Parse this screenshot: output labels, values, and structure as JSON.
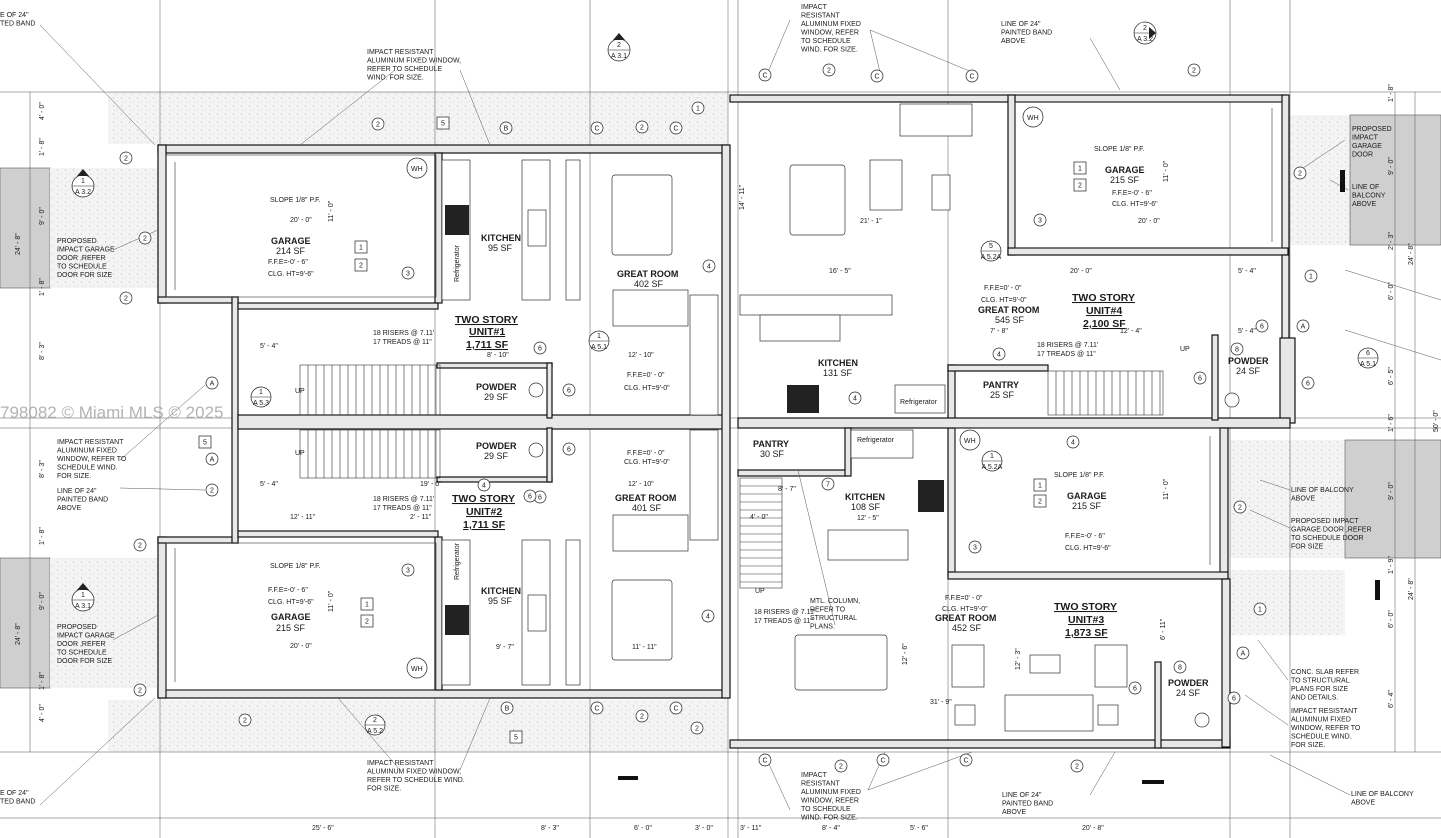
{
  "watermark": "798082 © Miami MLS © 2025",
  "units": [
    {
      "name": "TWO STORY",
      "number": "UNIT#1",
      "area": "1,711 SF"
    },
    {
      "name": "TWO STORY",
      "number": "UNIT#2",
      "area": "1,711 SF"
    },
    {
      "name": "TWO STORY",
      "number": "UNIT#3",
      "area": "1,873 SF"
    },
    {
      "name": "TWO STORY",
      "number": "UNIT#4",
      "area": "2,100 SF"
    }
  ],
  "rooms": {
    "garage1": {
      "name": "GARAGE",
      "area": "214 SF"
    },
    "garage2": {
      "name": "GARAGE",
      "area": "215 SF"
    },
    "garage3": {
      "name": "GARAGE",
      "area": "215 SF"
    },
    "garage4": {
      "name": "GARAGE",
      "area": "215 SF"
    },
    "kitchen1": {
      "name": "KITCHEN",
      "area": "95 SF"
    },
    "kitchen2": {
      "name": "KITCHEN",
      "area": "95 SF"
    },
    "kitchen3": {
      "name": "KITCHEN",
      "area": "108 SF"
    },
    "kitchen4": {
      "name": "KITCHEN",
      "area": "131 SF"
    },
    "great1": {
      "name": "GREAT ROOM",
      "area": "402 SF"
    },
    "great2": {
      "name": "GREAT ROOM",
      "area": "401 SF"
    },
    "great3": {
      "name": "GREAT ROOM",
      "area": "452 SF"
    },
    "great4": {
      "name": "GREAT ROOM",
      "area": "545 SF"
    },
    "powder1": {
      "name": "POWDER",
      "area": "29 SF"
    },
    "powder2": {
      "name": "POWDER",
      "area": "29 SF"
    },
    "powder3": {
      "name": "POWDER",
      "area": "24 SF"
    },
    "powder4": {
      "name": "POWDER",
      "area": "24 SF"
    },
    "pantry3": {
      "name": "PANTRY",
      "area": "30 SF"
    },
    "pantry4": {
      "name": "PANTRY",
      "area": "25 SF"
    }
  },
  "notes": {
    "window_top": "IMPACT RESISTANT|ALUMINUM FIXED WINDOW,|REFER TO SCHEDULE|WIND. FOR SIZE.",
    "window_top_right": "IMPACT|RESISTANT|ALUMINUM FIXED|WINDOW, REFER|TO SCHEDULE|WIND. FOR SIZE.",
    "band_top_right": "LINE OF 24\"|PAINTED BAND|ABOVE",
    "band_top_left": "E OF 24\"|TED BAND",
    "garage_door_left": "PROPOSED|IMPACT GARAGE|DOOR ,REFER|TO SCHEDULE|DOOR FOR SIZE",
    "garage_door_left2": "PROPOSED|IMPACT GARAGE|DOOR ,REFER|TO SCHEDULE|DOOR FOR SIZE",
    "window_mid_left": "IMPACT RESISTANT|ALUMINUM FIXED|WINDOW, REFER TO|SCHEDULE WIND.|FOR SIZE.",
    "band_mid_left": "LINE OF 24\"|PAINTED BAND|ABOVE",
    "garage_door_right1": "PROPOSED|IMPACT|GARAGE|DOOR",
    "balcony_right1": "LINE OF|BALCONY|ABOVE",
    "balcony_right2": "LINE OF BALCONY|ABOVE",
    "garage_door_right2": "PROPOSED IMPACT|GARAGE DOOR ,REFER|TO SCHEDULE DOOR|FOR SIZE",
    "slab_right": "CONC. SLAB REFER|TO STRUCTURAL|PLANS FOR SIZE|AND DETAILS.",
    "window_right": "IMPACT RESISTANT|ALUMINUM FIXED|WINDOW, REFER TO|SCHEDULE WIND.|FOR SIZE.",
    "balcony_bottom_right": "LINE OF BALCONY|ABOVE",
    "band_bottom_mid": "LINE OF 24\"|PAINTED BAND|ABOVE",
    "window_bottom_mid": "IMPACT|RESISTANT|ALUMINUM FIXED|WINDOW, REFER|TO SCHEDULE|WIND. FOR SIZE.",
    "window_bottom_left": "IMPACT RESISTANT|ALUMINUM FIXED WINDOW,|REFER TO SCHEDULE WIND.|FOR SIZE.",
    "band_bottom_left": "E OF 24\"|TED BAND",
    "column": "MTL. COLUMN,|REFER TO|STRUCTURAL|PLANS."
  },
  "labels": {
    "slope": "SLOPE 1/8\" P.F.",
    "ffe_garage": "F.F.E=-0' - 6\"",
    "clg_garage": "CLG. HT=9'-6\"",
    "ffe_room": "F.F.E=0' - 0\"",
    "clg_room": "CLG. HT=9'-0\"",
    "risers": "18 RISERS @ 7.11'",
    "treads": "17 TREADS @ 11\"",
    "refrigerator": "Refrigerator",
    "up": "UP",
    "wh": "WH"
  },
  "dims": {
    "bottom": [
      "25' - 6\"",
      "8' - 3\"",
      "6' - 0\"",
      "3' - 0\"",
      "3' - 11\"",
      "8' - 4\"",
      "5' - 6\"",
      "20' - 8\""
    ],
    "garage_w": "20' - 0\"",
    "garage_h": "11' - 0\"",
    "d_21_1": "21' - 1\"",
    "d_16_5": "16' - 5\"",
    "d_14_11": "14' - 11\"",
    "d_5_4": "5' - 4\"",
    "d_12_10": "12' - 10\"",
    "d_8_10": "8' - 10\"",
    "d_19_0": "19' - 0\"",
    "d_12_11": "12' - 11\"",
    "d_2_11": "2' - 11\"",
    "d_9_7": "9' - 7\"",
    "d_11_11": "11' - 11\"",
    "d_31_9": "31' - 9\"",
    "d_12_5": "12' - 5\"",
    "d_7_8": "7' - 8\"",
    "d_12_4": "12' - 4\"",
    "d_8_7": "8' - 7\"",
    "d_4_0": "4' - 0\"",
    "d_12_3": "12' - 3\"",
    "d_6_11": "6' - 11\"",
    "d_12_6": "12' - 6\"",
    "d_50_0": "50' - 0\"",
    "left": [
      "4' - 0\"",
      "1' - 8\"",
      "9' - 0\"",
      "1' - 8\"",
      "8' - 3\"",
      "8' - 3\"",
      "1' - 8\"",
      "9' - 0\"",
      "1' - 8\"",
      "4' - 0\""
    ],
    "left_total": "24' - 8\"",
    "right": [
      "1' - 8\"",
      "9' - 0\"",
      "2' - 3\"",
      "6' - 0\"",
      "6' - 5\"",
      "1' - 6\"",
      "9' - 0\"",
      "1' - 9\"",
      "6' - 0\"",
      "6' - 4\""
    ],
    "right_total": "24' - 8\""
  },
  "tags": {
    "sec_a31": "A 3.1",
    "sec_a32": "A 3.2",
    "sec_a51": "A 5.1",
    "sec_a52": "A 5.2",
    "sec_a52a": "A 5.2A",
    "sec_a53": "A 5.3",
    "num1": "1",
    "num2": "2",
    "num3": "3",
    "num4": "4",
    "num5": "5",
    "num6": "6",
    "num7": "7",
    "num8": "8",
    "letA": "A",
    "letB": "B",
    "letC": "C"
  }
}
